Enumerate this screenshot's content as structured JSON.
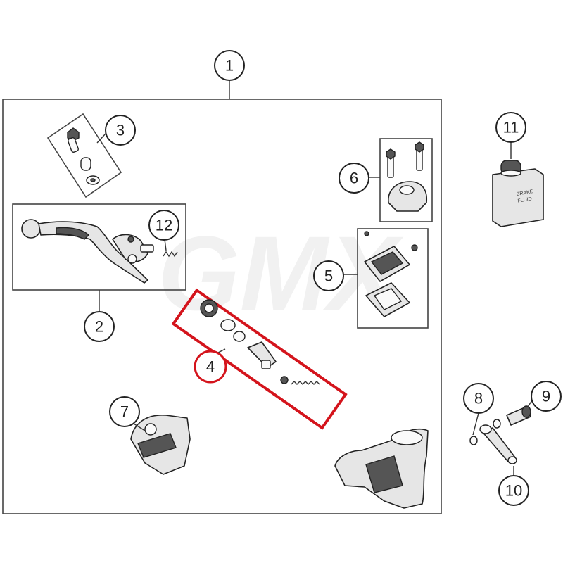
{
  "watermark": "GMX",
  "callouts": [
    {
      "id": "1",
      "label": "1"
    },
    {
      "id": "2",
      "label": "2"
    },
    {
      "id": "3",
      "label": "3"
    },
    {
      "id": "4",
      "label": "4"
    },
    {
      "id": "5",
      "label": "5"
    },
    {
      "id": "6",
      "label": "6"
    },
    {
      "id": "7",
      "label": "7"
    },
    {
      "id": "8",
      "label": "8"
    },
    {
      "id": "9",
      "label": "9"
    },
    {
      "id": "10",
      "label": "10"
    },
    {
      "id": "11",
      "label": "11"
    },
    {
      "id": "12",
      "label": "12"
    }
  ],
  "bottle_label": [
    "BRAKE",
    "FLUID"
  ],
  "colors": {
    "highlight": "#d4141c",
    "line": "#222222",
    "part_fill": "#e6e6e6",
    "watermark": "#f1f1f1"
  }
}
